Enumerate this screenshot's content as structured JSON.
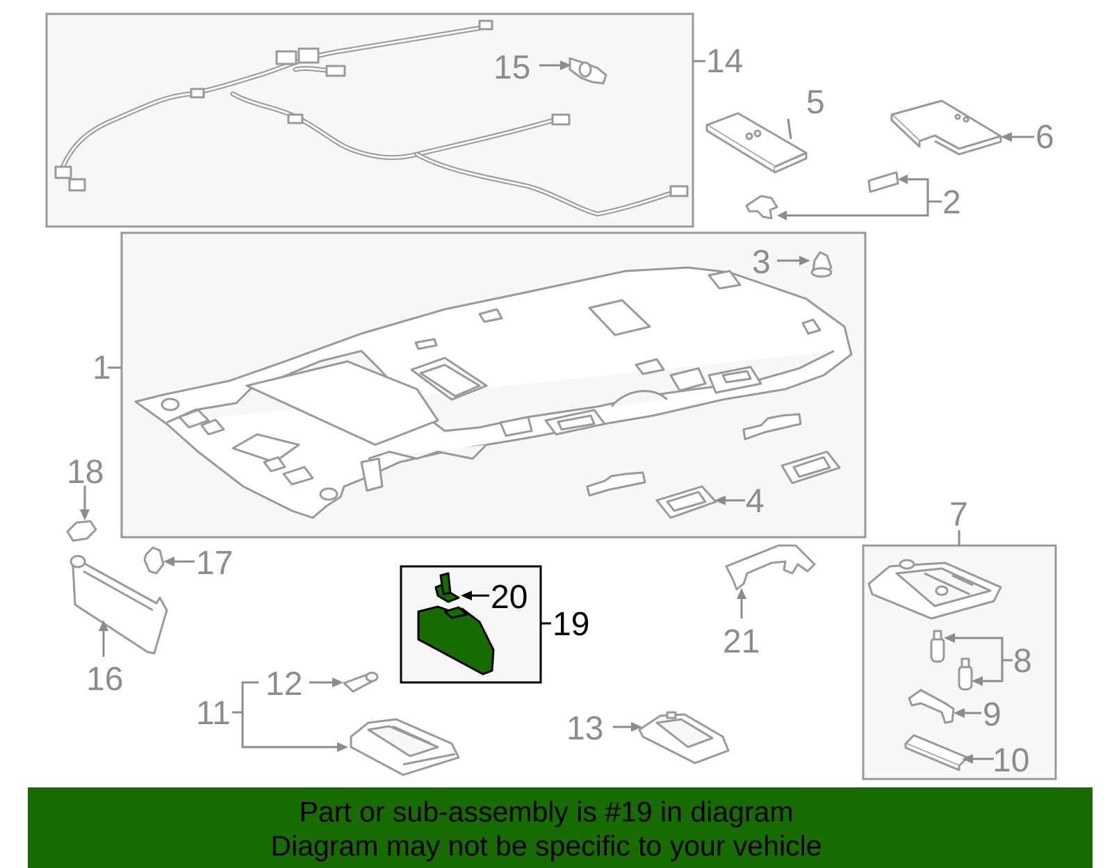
{
  "diagram": {
    "highlight_color": "#176b00",
    "highlighted_part": "19",
    "callouts": {
      "c1": "1",
      "c2": "2",
      "c3": "3",
      "c4": "4",
      "c5": "5",
      "c6": "6",
      "c7": "7",
      "c8": "8",
      "c9": "9",
      "c10": "10",
      "c11": "11",
      "c12": "12",
      "c13": "13",
      "c14": "14",
      "c15": "15",
      "c16": "16",
      "c17": "17",
      "c18": "18",
      "c19": "19",
      "c20": "20",
      "c21": "21"
    }
  },
  "footer": {
    "line1": "Part or sub-assembly is #19 in diagram",
    "line2": "Diagram may not be specific to your vehicle",
    "background": "#176b00"
  }
}
